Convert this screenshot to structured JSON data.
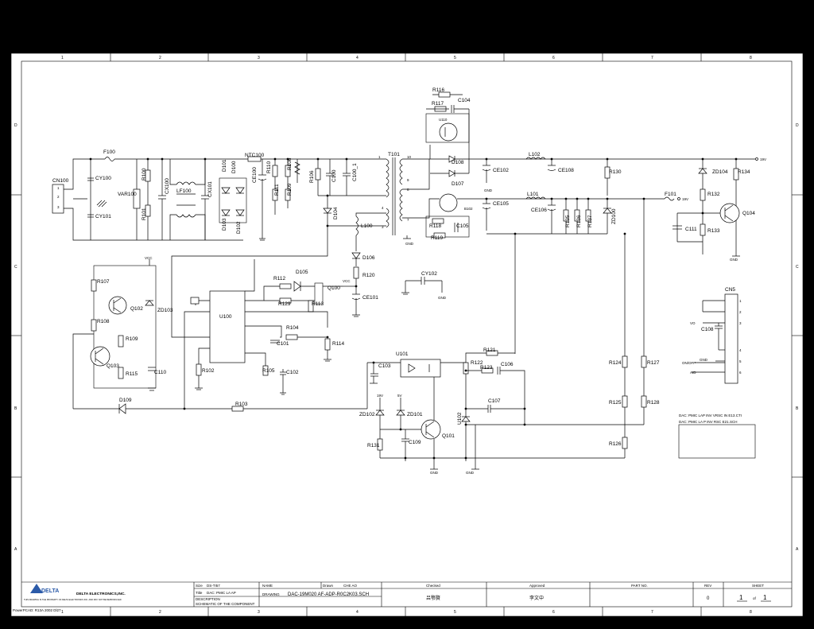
{
  "frame": {
    "columns": [
      "1",
      "2",
      "3",
      "4",
      "5",
      "6",
      "7",
      "8"
    ],
    "rows": [
      "D",
      "C",
      "B",
      "A"
    ]
  },
  "components": {
    "CN100": "CN100",
    "F100": "F100",
    "CY100": "CY100",
    "CY101": "CY101",
    "VAR100": "VAR100",
    "R100": "R100",
    "R101": "R101",
    "CX100": "CX100",
    "LF100": "LF100",
    "CX101": "CX101",
    "D101": "D101",
    "D100": "D100",
    "D103": "D103",
    "D102": "D102",
    "NTC100": "NTC100",
    "CE100": "CE100",
    "R110": "R110",
    "R111": "R111",
    "R108": "R108",
    "R109": "R109",
    "R106": "R106",
    "C100": "C100",
    "C100_1": "C100_1",
    "T101": "T101",
    "R116": "R116",
    "R117": "R117",
    "C104": "C104",
    "U110": "U110",
    "D108": "D108",
    "D107": "D107",
    "CE102": "CE102",
    "L102": "L102",
    "CE108": "CE108",
    "R130": "R130",
    "ZD104": "ZD104",
    "R134": "R134",
    "B102": "B102",
    "CE105": "CE105",
    "L101": "L101",
    "CE106": "CE106",
    "R135": "R135",
    "R136": "R136",
    "R137": "R137",
    "ZD100": "ZD100",
    "F101": "F101",
    "R132": "R132",
    "C111": "C111",
    "R133": "R133",
    "Q104": "Q104",
    "R118": "R118",
    "R119": "R119",
    "C105": "C105",
    "L100": "L100",
    "D104": "D104",
    "D106": "D106",
    "R120": "R120",
    "CE101": "CE101",
    "CY102": "CY102",
    "D105": "D105",
    "R112": "R112",
    "Q100": "Q100",
    "R129": "R129",
    "R113": "R113",
    "U100": "U100",
    "R104": "R104",
    "C101": "C101",
    "R114": "R114",
    "R102": "R102",
    "R105": "R105",
    "C102": "C102",
    "R103": "R103",
    "R107": "R107",
    "Q102": "Q102",
    "ZD103": "ZD103",
    "R108b": "R108",
    "R109b": "R109",
    "Q103": "Q103",
    "R115": "R115",
    "C110": "C110",
    "D109": "D109",
    "U101": "U101",
    "C103": "C103",
    "R121": "R121",
    "R122": "R122",
    "R123": "R123",
    "C106": "C106",
    "C107": "C107",
    "U102": "U102",
    "ZD102": "ZD102",
    "ZD101": "ZD101",
    "Q101": "Q101",
    "C109": "C109",
    "R131": "R131",
    "R124": "R124",
    "R127": "R127",
    "R125": "R125",
    "R128": "R128",
    "R126": "R126",
    "CN5": "CN5",
    "C108": "C108"
  },
  "net_labels": {
    "vcc": "VCC",
    "gnd": "GND",
    "out19v": "19V",
    "v5": "5V",
    "onoff": "ON/OFF",
    "aid": "AID",
    "vo": "VO"
  },
  "notes": {
    "line1": "DAC: PMIC LAP INV VRSC IN E13.CTI",
    "line2": "DAC: PMIC LA P INV RSC E21.SCH"
  },
  "title_block": {
    "company": "DELTA ELECTRONICS,INC.",
    "logo_text": "DELTA",
    "disclaimer": "THIS DRAWING IS THE PROPERTY OF DELTA ELECTRONICS INC. AND MAY NOT BE REPRODUCED",
    "size_label": "Size",
    "size_value": "DS-TI57",
    "title_label": "Title",
    "title_value": "DAC: PMIC LA AP",
    "description_label": "DESCRIPTION",
    "description_value": "SCHEMATIC OF THE COMPONENT",
    "name_label": "NAME",
    "drawing_label": "DRAWING",
    "drawing_value": "DAC-19M020 AF-ADP-R0C2K03.SCH",
    "drawn_label": "Drawn",
    "drawn_value": "CHE AO",
    "checked_label": "Checked",
    "checked_value": "吕鄂贅",
    "approved_label": "Approved",
    "approved_value": "李文中",
    "part_label": "PART NO.",
    "rev_label": "REV",
    "rev_value": "0",
    "sheet_label": "SHEET",
    "sheet_value": "1",
    "sheet_of": "of",
    "sheet_total": "1",
    "footer": "PowerPCAD: R13A 2002 Dl27"
  }
}
